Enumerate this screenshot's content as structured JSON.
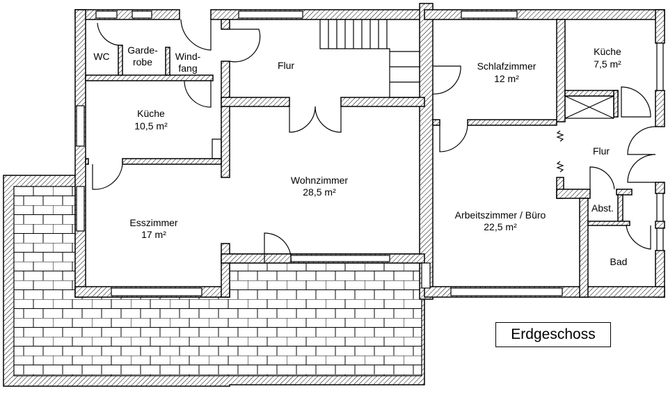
{
  "plan_title": "Erdgeschoss",
  "rooms": [
    {
      "name": "WC",
      "area": ""
    },
    {
      "name": "Garde-",
      "name2": "robe"
    },
    {
      "name": "Wind-",
      "name2": "fang"
    },
    {
      "name": "Flur"
    },
    {
      "name": "Küche",
      "area": "10,5 m²"
    },
    {
      "name": "Wohnzimmer",
      "area": "28,5 m²"
    },
    {
      "name": "Esszimmer",
      "area": "17 m²"
    },
    {
      "name": "Schlafzimmer",
      "area": "12 m²"
    },
    {
      "name": "Küche",
      "area": "7,5 m²"
    },
    {
      "name": "Flur"
    },
    {
      "name": "Arbeitszimmer / Büro",
      "area": "22,5 m²"
    },
    {
      "name": "Abst."
    },
    {
      "name": "Bad"
    }
  ]
}
